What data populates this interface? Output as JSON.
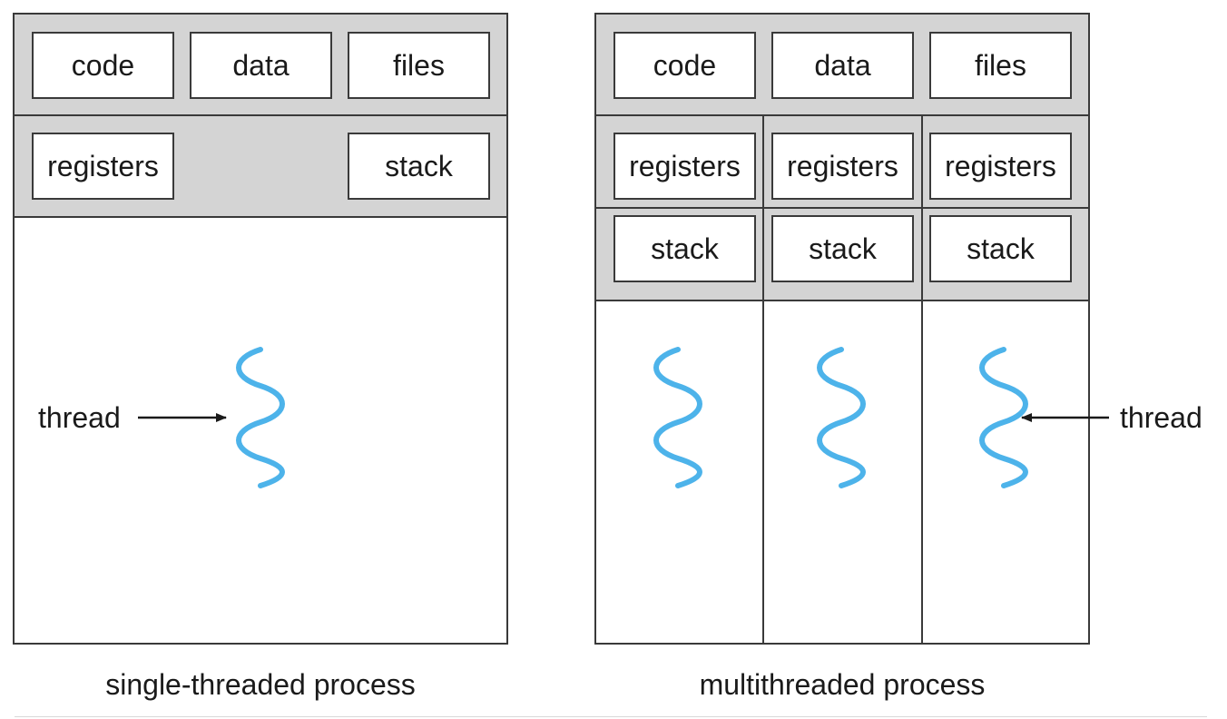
{
  "single": {
    "code": "code",
    "data": "data",
    "files": "files",
    "registers": "registers",
    "stack": "stack",
    "thread_label": "thread",
    "caption": "single-threaded process"
  },
  "multi": {
    "code": "code",
    "data": "data",
    "files": "files",
    "registers": [
      "registers",
      "registers",
      "registers"
    ],
    "stacks": [
      "stack",
      "stack",
      "stack"
    ],
    "thread_label": "thread",
    "caption": "multithreaded process"
  },
  "colors": {
    "thread": "#4db3ea",
    "shared_band": "#d4d4d4",
    "border": "#3a3a3a"
  },
  "icons": {
    "thread": "wavy-thread-icon",
    "pointer": "arrow-icon"
  }
}
